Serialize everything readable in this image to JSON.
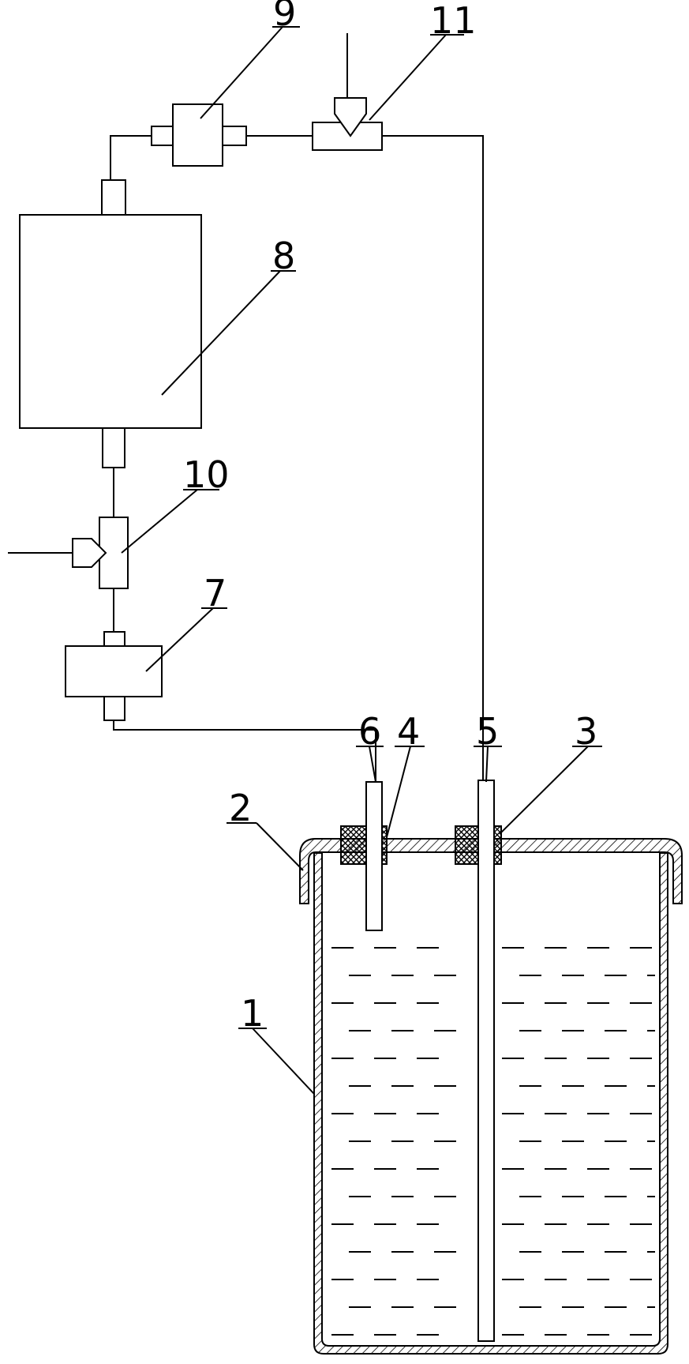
{
  "labels": {
    "tank": "1",
    "lid": "2",
    "seal_right": "3",
    "seal_left": "4",
    "long_tube": "5",
    "short_tube": "6",
    "pump": "7",
    "reactor": "8",
    "filter": "9",
    "lower_tee": "10",
    "upper_tee": "11"
  },
  "colors": {
    "line": "#000000",
    "background": "#ffffff"
  }
}
